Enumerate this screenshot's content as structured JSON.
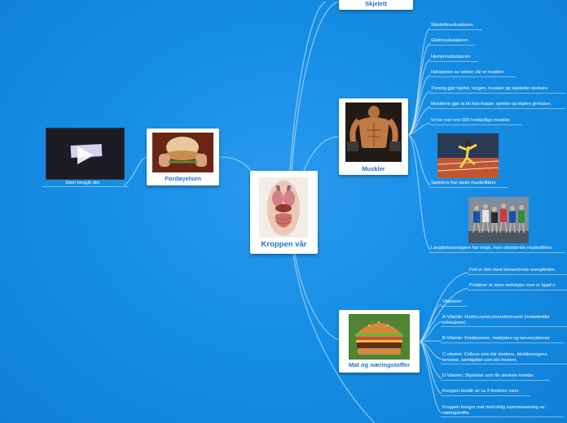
{
  "central": {
    "label": "Kroppen vår"
  },
  "nodes": {
    "skjelett": {
      "label": "Skjelett"
    },
    "muskler": {
      "label": "Muskler"
    },
    "fordoyelsen": {
      "label": "Fordøyelsen"
    },
    "mat": {
      "label": "Mat og næringstoffer"
    }
  },
  "video": {
    "caption": "Sånn foregår det:"
  },
  "muskler_facts": [
    "Skjelettmuskulaturen",
    "Glattmuskulaturen",
    "Hjertemuskulaturen",
    "Halvparten av vekten vår er muskler.",
    "Trening gjør hjertet, lungen, muskler og skjelettet sterkere.",
    "Musklene gjør at du kan hoppe, sprette og skjære grimaser.",
    "Vi har mer enn 500 forskjellige muskler."
  ],
  "sprinter_caption": "Sprintere har raske muskelfibrer.",
  "runners_caption": "Langdistanseløpere har trege, men utholdende muskelfibrer.",
  "mat_facts": [
    "Fett er den mest konsentrerte energikilden",
    "Probiiner er store molekyler som er bygd o",
    "Vitaminer:",
    "A-Vitamin: Huden,synet,immunforsvaret (motarbeider infeksjoner)",
    "B-Vitamin: Fordøyelsen, mattysten og nervesystemet",
    "C-vitamin: Cellene som blir sterkere, blodårevegene, tennene, tannkjøttet som blir friskere.",
    "D-Vitamin: Skjelettet som får sterkere knokler.",
    "Kroppen består av ca 3 firedeler vann.",
    "Kroppen trenger mat med riktig sammensetning av næringstoffer."
  ],
  "colors": {
    "background": "#168ee6",
    "caption": "#1e73c8",
    "link": "#ffffff"
  }
}
